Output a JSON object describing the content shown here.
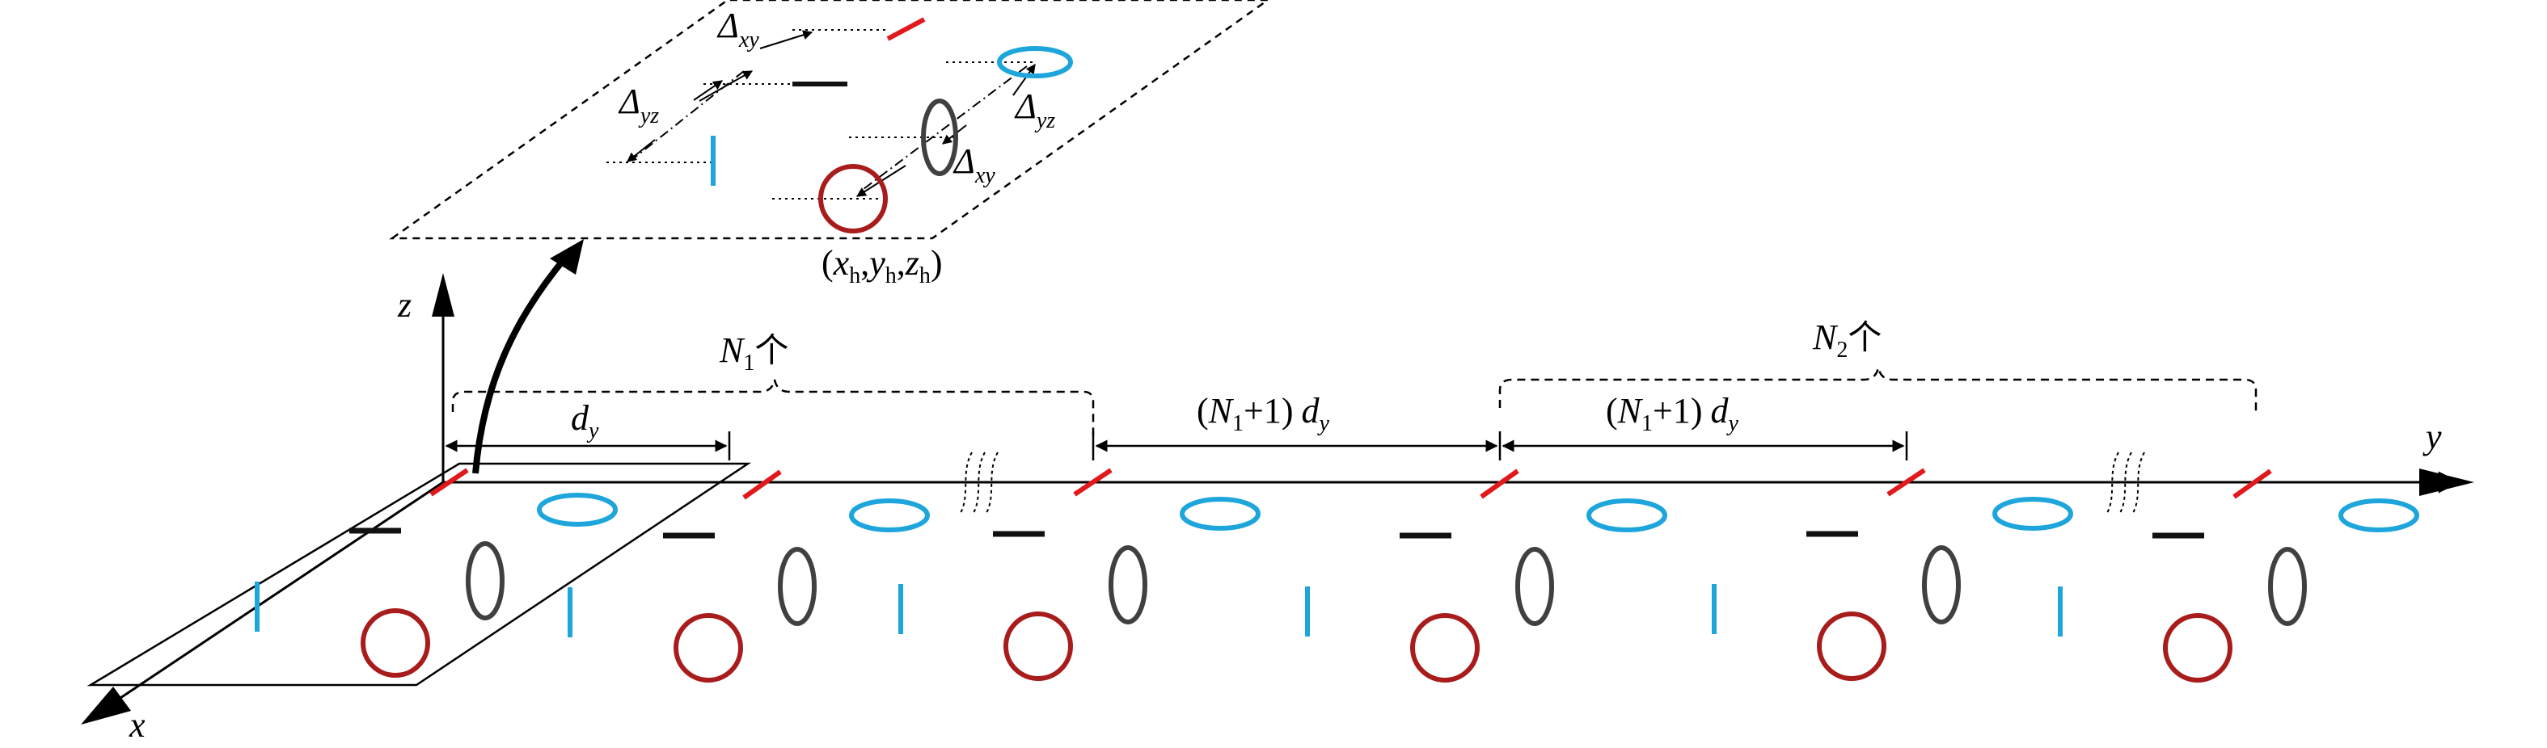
{
  "axes": {
    "x": "x",
    "y": "y",
    "z": "z"
  },
  "inset": {
    "coord": {
      "open": "(",
      "x": "x",
      "y": "y",
      "z": "z",
      "sub": "h",
      "comma": ",",
      "close": ")"
    },
    "delta_xy": {
      "sym": "Δ",
      "sub": "xy"
    },
    "delta_yz": {
      "sym": "Δ",
      "sub": "yz"
    }
  },
  "dims": {
    "dy": {
      "main": "d",
      "sub": "y"
    },
    "gap": {
      "open": "(",
      "n": "N",
      "nsub": "1",
      "plus": "+1)",
      "d": "d",
      "dsub": "y"
    }
  },
  "groups": {
    "n1": {
      "n": "N",
      "sub": "1",
      "unit": "个"
    },
    "n2": {
      "n": "N",
      "sub": "2",
      "unit": "个"
    }
  },
  "colors": {
    "red_dipole": "#e0191c",
    "black_dipole": "#111111",
    "cyan": "#1ea6dc",
    "gray_loop": "#404040",
    "red_loop": "#a81c1c"
  }
}
